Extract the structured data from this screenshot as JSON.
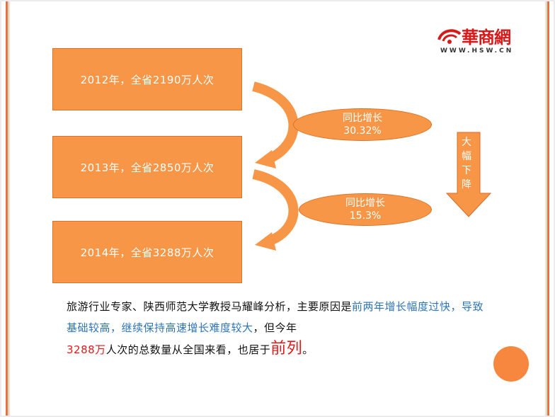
{
  "boxes": [
    {
      "text": "2012年，全省2190万人次"
    },
    {
      "text": "2013年，全省2850万人次"
    },
    {
      "text": "2014年，全省3288万人次"
    }
  ],
  "growth": [
    {
      "line1": "同比增长",
      "line2": "30.32%"
    },
    {
      "line1": "同比增长",
      "line2": "15.3%"
    }
  ],
  "decline_label": [
    "大",
    "幅",
    "下",
    "降"
  ],
  "logo": {
    "name": "華商網",
    "url": "WWW.HSW.CN"
  },
  "paragraph": {
    "part1": "旅游行业专家、陕西师范大学教授马耀峰分析，主要原因是",
    "part2": "前两年增长幅度过快，导致基础较高，继续保持高速增长难度较大",
    "part3": "，但今年",
    "part4": "3288万",
    "part5": "人次的总数量从全国来看，也居于",
    "part6": "前列",
    "part7": "。"
  },
  "colors": {
    "accent": "#f79646",
    "border": "#d86b2c",
    "blue_text": "#2e75b6",
    "red_text": "#e31a1a"
  }
}
